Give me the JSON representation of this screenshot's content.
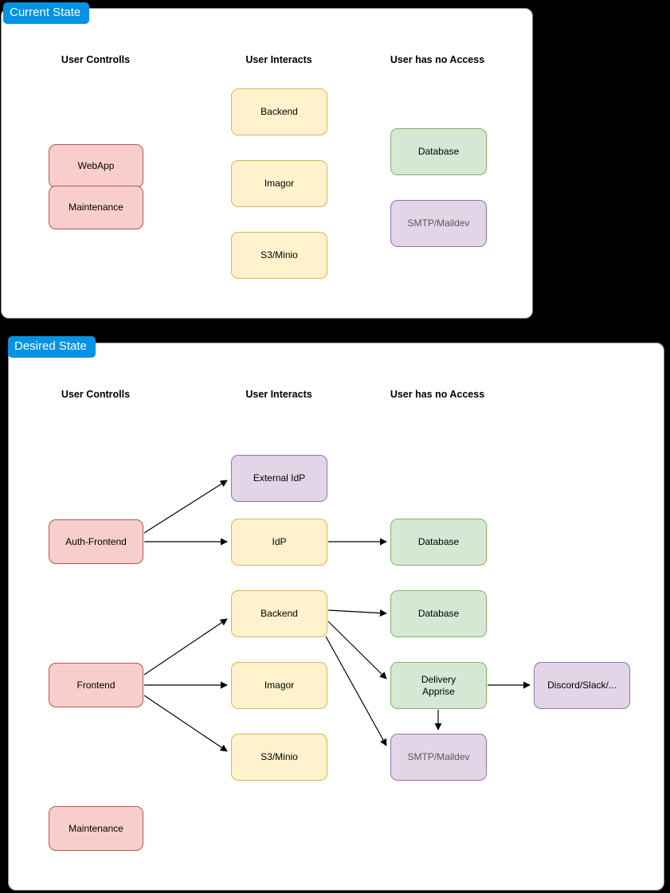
{
  "palette": {
    "background": "#000000",
    "panel_bg": "#ffffff",
    "panel_border": "#8a8a8a",
    "label_bg": "#0693e3",
    "label_text": "#ffffff",
    "red_fill": "#f8cecc",
    "red_stroke": "#b85450",
    "yellow_fill": "#fff2cc",
    "yellow_stroke": "#d6b656",
    "green_fill": "#d5e8d4",
    "green_stroke": "#82b366",
    "purple_fill": "#e1d5e7",
    "purple_stroke": "#9673a6",
    "arrow": "#000000"
  },
  "current": {
    "title": "Current State",
    "headers": [
      "User Controlls",
      "User Interacts",
      "User has no Access"
    ],
    "nodes": {
      "webapp": "WebApp",
      "maintenance": "Maintenance",
      "backend": "Backend",
      "imagor": "Imagor",
      "s3minio": "S3/Minio",
      "database": "Database",
      "smtp": "SMTP/Maildev"
    }
  },
  "desired": {
    "title": "Desired State",
    "headers": [
      "User Controlls",
      "User Interacts",
      "User has no Access"
    ],
    "nodes": {
      "external_idp": "External IdP",
      "auth_frontend": "Auth-Frontend",
      "idp": "IdP",
      "database_idp": "Database",
      "backend": "Backend",
      "database_backend": "Database",
      "frontend": "Frontend",
      "imagor": "Imagor",
      "delivery_apprise": "Delivery\nApprise",
      "discord": "Discord/Slack/...",
      "s3minio": "S3/Minio",
      "smtp": "SMTP/Maildev",
      "maintenance": "Maintenance"
    },
    "edges": [
      {
        "from": "Auth-Frontend",
        "to": "External IdP"
      },
      {
        "from": "Auth-Frontend",
        "to": "IdP"
      },
      {
        "from": "IdP",
        "to": "Database"
      },
      {
        "from": "Frontend",
        "to": "Backend"
      },
      {
        "from": "Frontend",
        "to": "Imagor"
      },
      {
        "from": "Frontend",
        "to": "S3/Minio"
      },
      {
        "from": "Backend",
        "to": "Database"
      },
      {
        "from": "Backend",
        "to": "Delivery Apprise"
      },
      {
        "from": "Backend",
        "to": "SMTP/Maildev"
      },
      {
        "from": "Delivery Apprise",
        "to": "Discord/Slack/..."
      },
      {
        "from": "Delivery Apprise",
        "to": "SMTP/Maildev"
      }
    ]
  }
}
